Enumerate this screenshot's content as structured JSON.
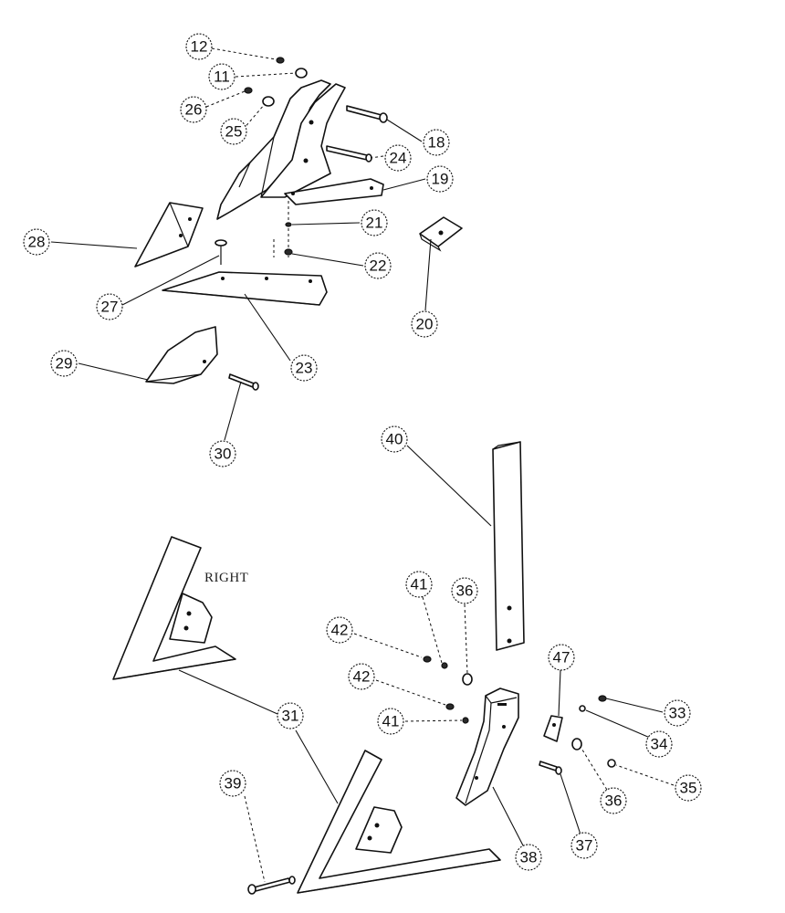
{
  "callouts": [
    {
      "id": "c12",
      "text": "12"
    },
    {
      "id": "c11",
      "text": "11"
    },
    {
      "id": "c26",
      "text": "26"
    },
    {
      "id": "c25",
      "text": "25"
    },
    {
      "id": "c18",
      "text": "18"
    },
    {
      "id": "c24",
      "text": "24"
    },
    {
      "id": "c19",
      "text": "19"
    },
    {
      "id": "c21",
      "text": "21"
    },
    {
      "id": "c28",
      "text": "28"
    },
    {
      "id": "c22",
      "text": "22"
    },
    {
      "id": "c27",
      "text": "27"
    },
    {
      "id": "c20",
      "text": "20"
    },
    {
      "id": "c23",
      "text": "23"
    },
    {
      "id": "c29",
      "text": "29"
    },
    {
      "id": "c30",
      "text": "30"
    },
    {
      "id": "c40",
      "text": "40"
    },
    {
      "id": "c41a",
      "text": "41"
    },
    {
      "id": "c36a",
      "text": "36"
    },
    {
      "id": "c42a",
      "text": "42"
    },
    {
      "id": "c47",
      "text": "47"
    },
    {
      "id": "c42b",
      "text": "42"
    },
    {
      "id": "c33",
      "text": "33"
    },
    {
      "id": "c31",
      "text": "31"
    },
    {
      "id": "c41b",
      "text": "41"
    },
    {
      "id": "c34",
      "text": "34"
    },
    {
      "id": "c35",
      "text": "35"
    },
    {
      "id": "c36b",
      "text": "36"
    },
    {
      "id": "c39",
      "text": "39"
    },
    {
      "id": "c37",
      "text": "37"
    },
    {
      "id": "c38",
      "text": "38"
    }
  ],
  "labels": {
    "right_sweep": "RIGHT"
  }
}
